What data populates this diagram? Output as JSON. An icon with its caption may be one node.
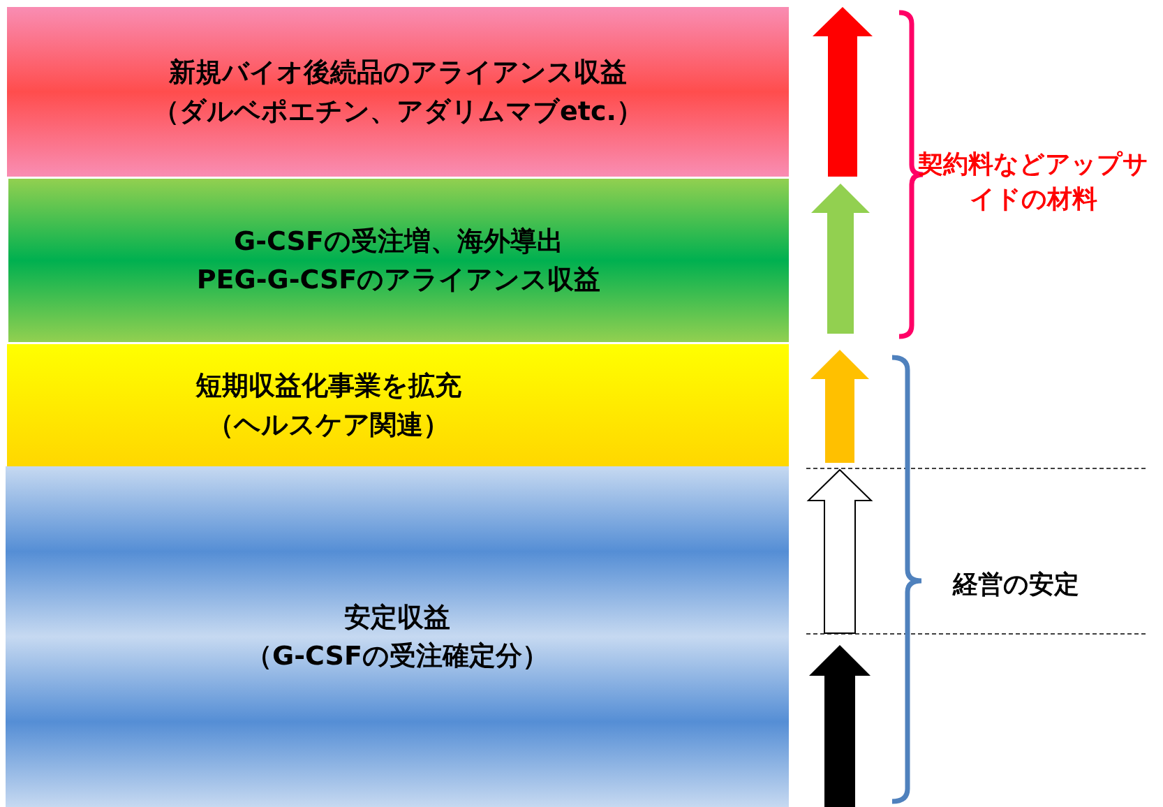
{
  "diagram": {
    "nodes": [
      {
        "text": [
          "新規バイオ後続品のアライアンス収益",
          "（ダルベポエチン、アダリムマブetc.）"
        ]
      },
      {
        "text": [
          "G-CSFの受注増、海外導出",
          "PEG-G-CSFのアライアンス収益"
        ]
      },
      {
        "text": [
          "短期収益化事業を拡充",
          "（ヘルスケア関連）"
        ]
      },
      {
        "text": [
          "安定収益",
          "（G-CSFの受注確定分）"
        ]
      }
    ],
    "labels": [
      "契約料などアップサイドの材料",
      "経営の安定"
    ]
  }
}
